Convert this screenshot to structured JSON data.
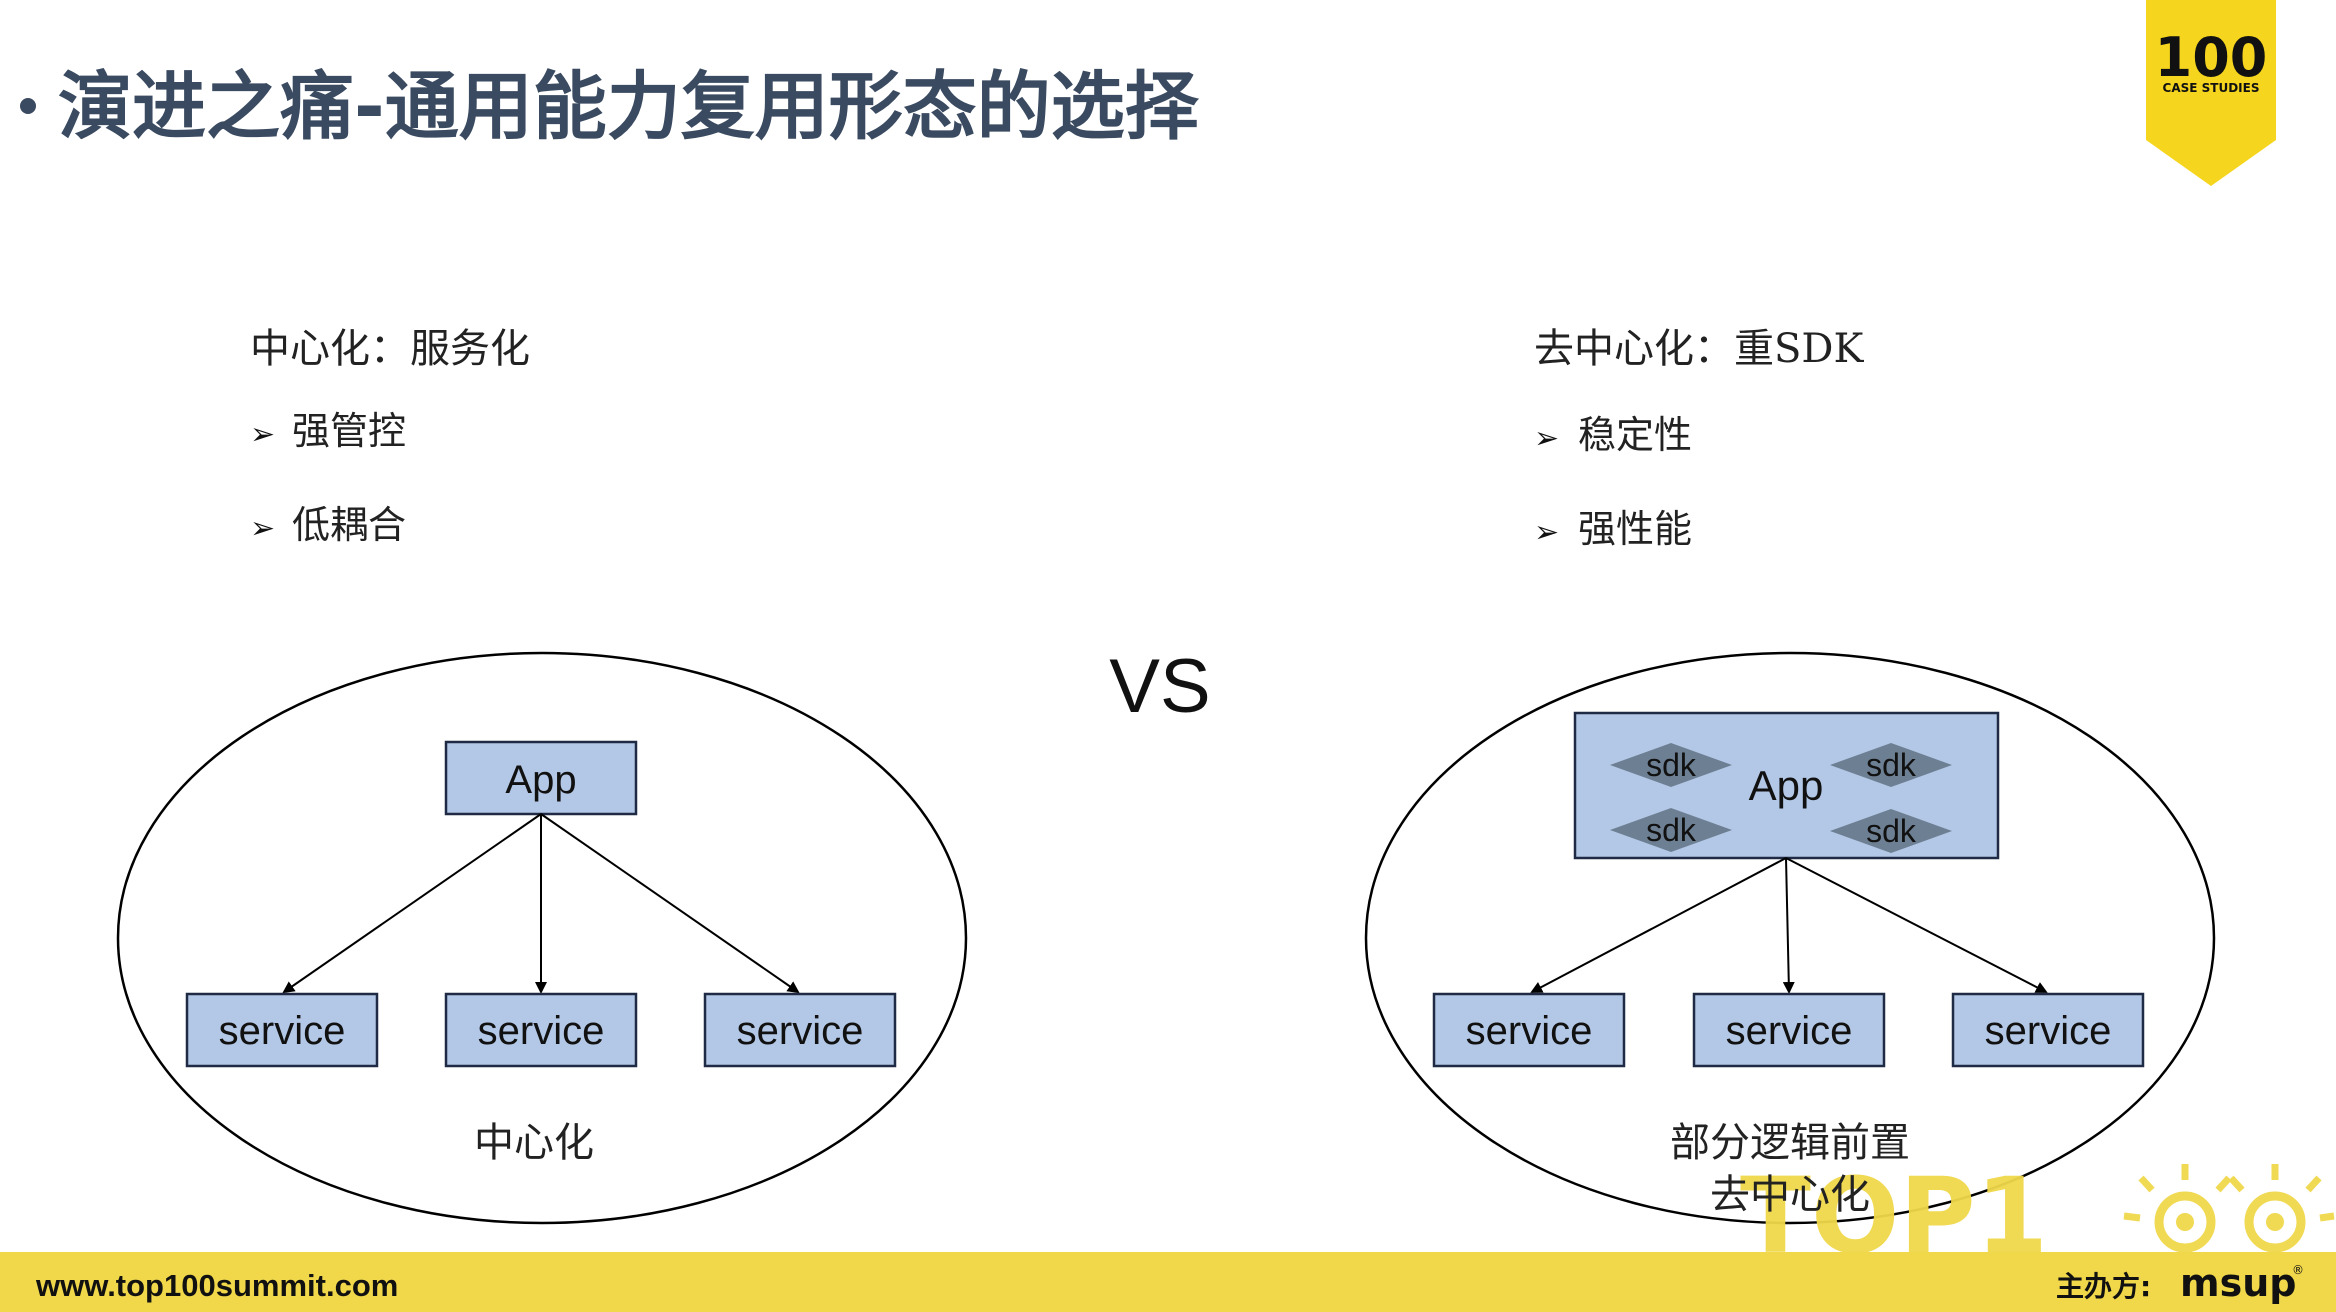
{
  "title": "演进之痛-通用能力复用形态的选择",
  "badge": {
    "number": "100",
    "caption": "CASE STUDIES"
  },
  "left": {
    "heading": "中心化：服务化",
    "bullets": [
      "强管控",
      "低耦合"
    ],
    "diagram": {
      "app_label": "App",
      "services": [
        "service",
        "service",
        "service"
      ],
      "caption": "中心化"
    }
  },
  "vs_label": "VS",
  "right": {
    "heading": "去中心化：重SDK",
    "bullets": [
      "稳定性",
      "强性能"
    ],
    "diagram": {
      "app_label": "App",
      "sdks": [
        "sdk",
        "sdk",
        "sdk",
        "sdk"
      ],
      "services": [
        "service",
        "service",
        "service"
      ],
      "caption_line1": "部分逻辑前置",
      "caption_line2": "去中心化"
    }
  },
  "footer": {
    "url": "www.top100summit.com",
    "watermark": "TOP1",
    "organizer_label": "主办方:",
    "organizer_logo": "msup"
  },
  "colors": {
    "box_fill": "#b3c8e6",
    "box_stroke": "#1f2a44",
    "title": "#3a4a60",
    "footer_bar": "#f0d84a",
    "sdk_diamond": "#6d7f93"
  }
}
